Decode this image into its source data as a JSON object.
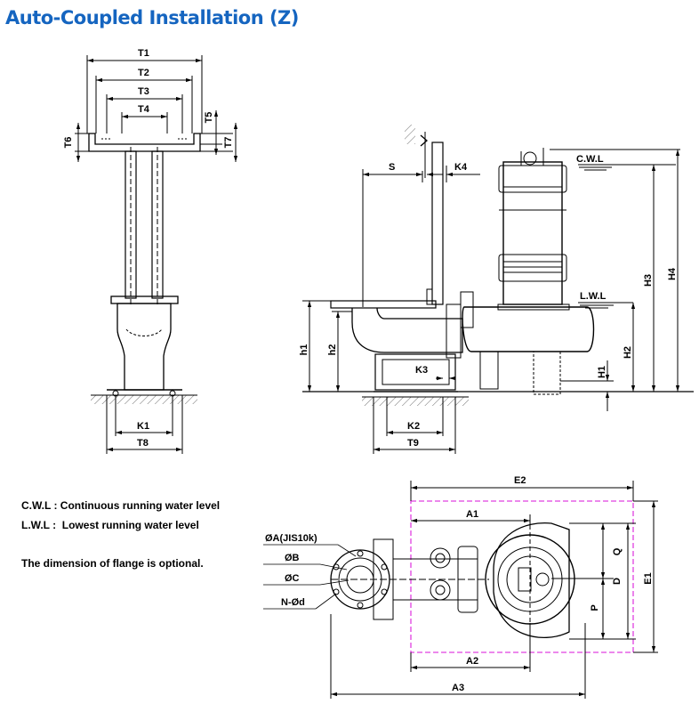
{
  "title": "Auto-Coupled Installation (Z)",
  "legend": {
    "cwl": "C.W.L : Continuous running water level",
    "lwl": "L.W.L :  Lowest running water level",
    "flange_note": "The dimension of flange is optional."
  },
  "water_levels": {
    "cwl": "C.W.L",
    "lwl": "L.W.L"
  },
  "dims": {
    "T1": "T1",
    "T2": "T2",
    "T3": "T3",
    "T4": "T4",
    "T5": "T5",
    "T6": "T6",
    "T7": "T7",
    "T8": "T8",
    "T9": "T9",
    "K1": "K1",
    "K2": "K2",
    "K3": "K3",
    "K4": "K4",
    "S": "S",
    "h1": "h1",
    "h2": "h2",
    "H1": "H1",
    "H2": "H2",
    "H3": "H3",
    "H4": "H4",
    "E1": "E1",
    "E2": "E2",
    "A1": "A1",
    "A2": "A2",
    "A3": "A3",
    "Q": "Q",
    "D": "D",
    "P": "P",
    "phiA": "ØA(JIS10k)",
    "phiB": "ØB",
    "phiC": "ØC",
    "Nphid": "N-Ød"
  },
  "colors": {
    "title": "#1565c0",
    "outline": "#e040e0",
    "line": "#000000"
  }
}
